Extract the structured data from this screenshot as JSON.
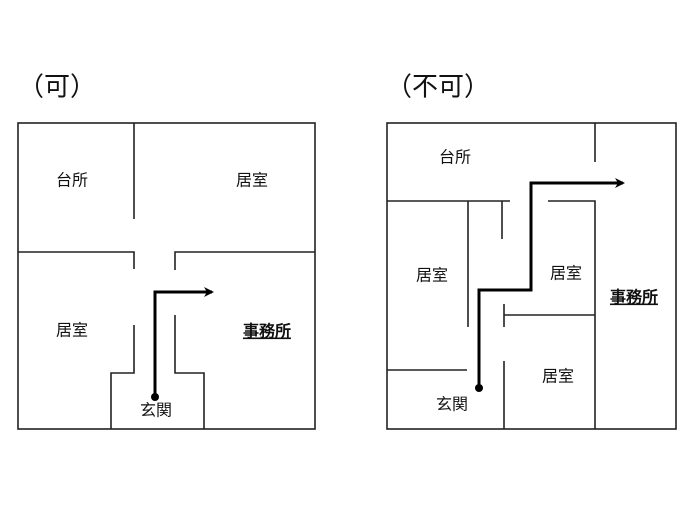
{
  "left_plan": {
    "title": "（可）",
    "rooms": {
      "kitchen": "台所",
      "living_top": "居室",
      "living_bottom": "居室",
      "office": "事務所",
      "entrance": "玄関"
    }
  },
  "right_plan": {
    "title": "（不可）",
    "rooms": {
      "kitchen": "台所",
      "living_left": "居室",
      "living_middle": "居室",
      "living_bottom": "居室",
      "office": "事務所",
      "entrance": "玄関"
    }
  }
}
